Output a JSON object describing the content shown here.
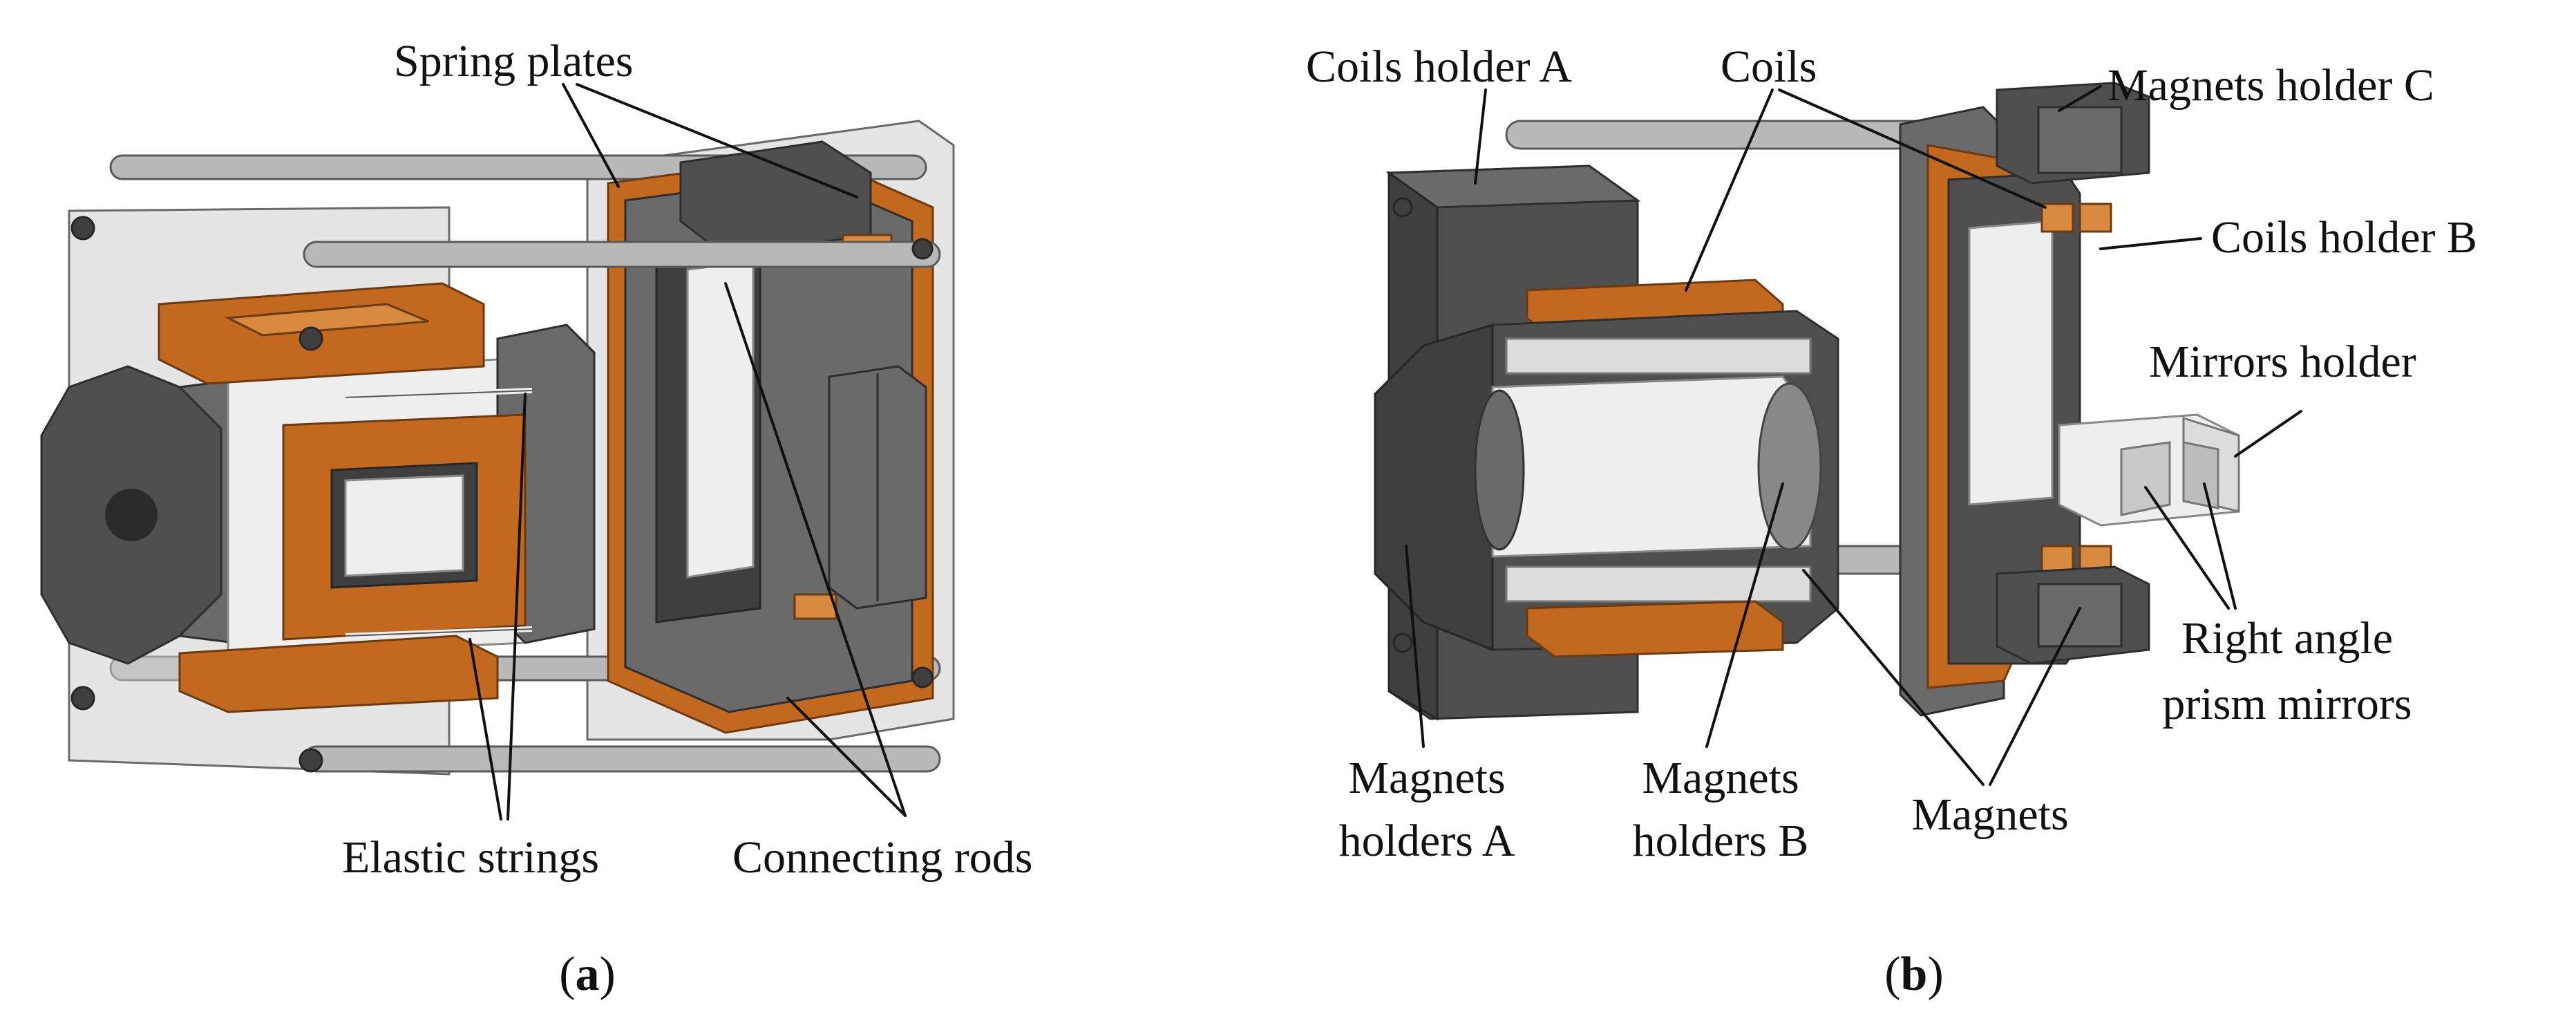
{
  "panel_a": {
    "labels": {
      "spring_plates": "Spring plates",
      "elastic_strings": "Elastic strings",
      "connecting_rods": "Connecting rods"
    },
    "caption": {
      "open": "(",
      "letter": "a",
      "close": ")"
    }
  },
  "panel_b": {
    "labels": {
      "coils_holder_a": "Coils holder A",
      "coils": "Coils",
      "magnets_holder_c": "Magnets holder C",
      "coils_holder_b": "Coils holder B",
      "mirrors_holder": "Mirrors holder",
      "right_angle_line1": "Right angle",
      "right_angle_line2": "prism mirrors",
      "magnets_holders_a_line1": "Magnets",
      "magnets_holders_a_line2": "holders A",
      "magnets_holders_b_line1": "Magnets",
      "magnets_holders_b_line2": "holders B",
      "magnets": "Magnets"
    },
    "caption": {
      "open": "(",
      "letter": "b",
      "close": ")"
    }
  },
  "colors": {
    "copper": "#c2691f",
    "dark_gray": "#4f4f4f",
    "rod_gray": "#b9b9b9",
    "housing_glass": "#cfcfcf"
  }
}
